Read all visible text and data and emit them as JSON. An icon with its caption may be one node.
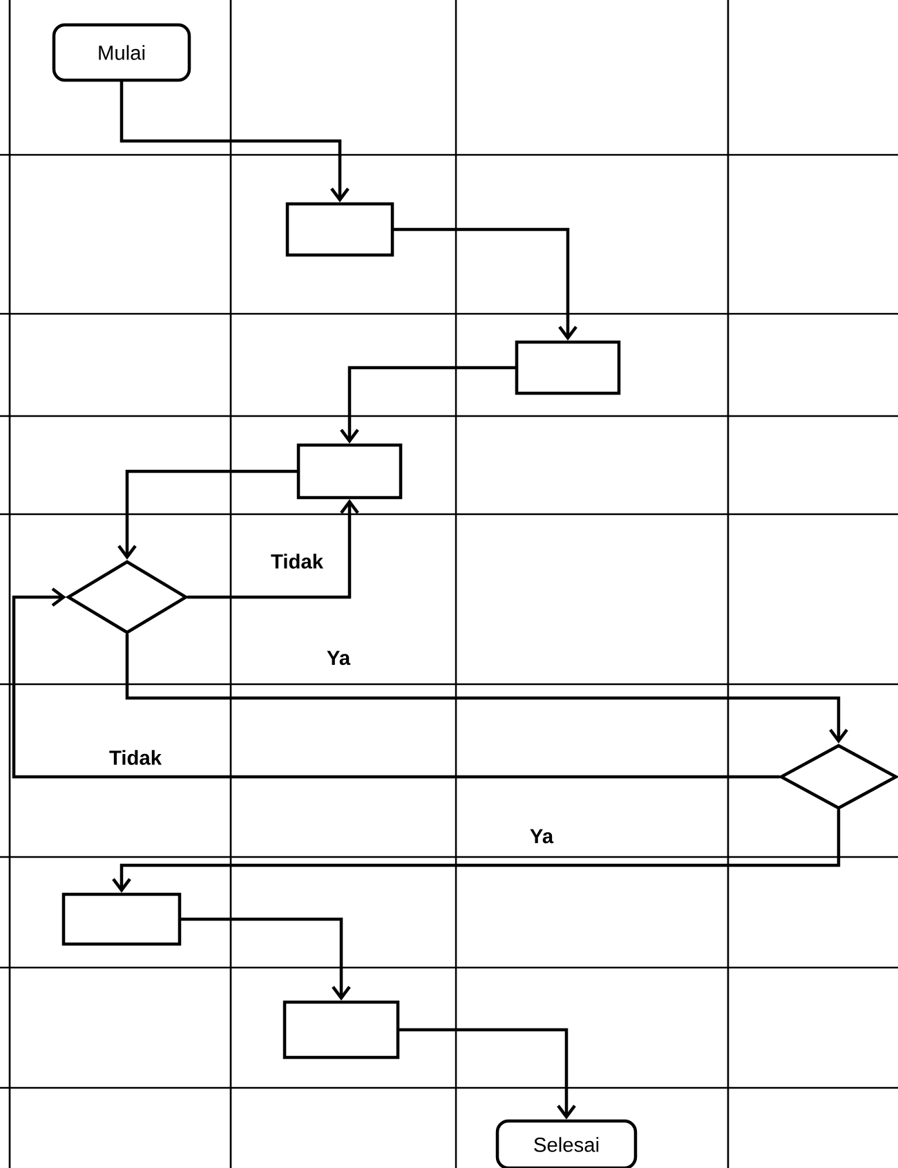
{
  "diagram": {
    "nodes": [
      {
        "text": [
          "Mulai"
        ]
      },
      {
        "text": [],
        "shape": "box"
      },
      {
        "text": [],
        "shape": "box"
      },
      {
        "text": [],
        "shape": "box"
      },
      {
        "text": [],
        "shape": "diamond"
      },
      {
        "text": [],
        "shape": "diamond"
      },
      {
        "text": [],
        "shape": "box"
      },
      {
        "text": [],
        "shape": "box"
      },
      {
        "text": [
          "Selesai"
        ]
      }
    ],
    "edges": [
      {
        "from": 0,
        "to": 1,
        "arrow": "to"
      },
      {
        "from": 1,
        "to": 2,
        "arrow": "to"
      },
      {
        "from": 2,
        "to": 3,
        "arrow": "to"
      },
      {
        "from": 3,
        "to": 4,
        "arrow": "to"
      },
      {
        "from": 4,
        "to": 3,
        "arrow": "to",
        "label": "Tidak"
      },
      {
        "from": 4,
        "to": 5,
        "arrow": "to",
        "label": "Ya"
      },
      {
        "from": 5,
        "to": 4,
        "arrow": "to",
        "label": "Tidak"
      },
      {
        "from": 5,
        "to": 6,
        "arrow": "to",
        "label": "Ya"
      },
      {
        "from": 6,
        "to": 7,
        "arrow": "to"
      },
      {
        "from": 7,
        "to": 8,
        "arrow": "to"
      }
    ]
  }
}
